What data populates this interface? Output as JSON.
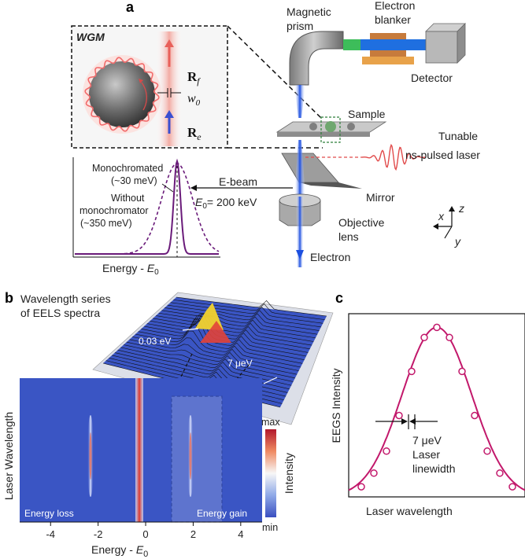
{
  "panel_a": {
    "letter": "a",
    "wgm_label": "WGM",
    "rf_label": "R",
    "rf_sub": "f",
    "w0_label": "w",
    "w0_sub": "0",
    "re_label": "R",
    "re_sub": "e",
    "magnetic_prism": [
      "Magnetic",
      "prism"
    ],
    "electron_blanker": [
      "Electron",
      "blanker"
    ],
    "detector": "Detector",
    "sample": "Sample",
    "laser": [
      "Tunable",
      "ns-pulsed laser"
    ],
    "mirror": "Mirror",
    "objective_lens": [
      "Objective",
      "lens"
    ],
    "electron": "Electron",
    "ebeam": "E-beam",
    "ebeam_energy": "= 200 keV",
    "e0_symbol": "E",
    "e0_sub": "0",
    "axis_x": "x",
    "axis_y": "y",
    "axis_z": "z",
    "spectrum": {
      "monochromated": [
        "Monochromated",
        "(~30 meV)"
      ],
      "without": [
        "Without",
        "monochromator",
        "(~350 meV)"
      ],
      "xlabel": "Energy - ",
      "xlabel_sym": "E",
      "xlabel_sub": "0"
    }
  },
  "panel_b": {
    "letter": "b",
    "title": [
      "Wavelength series",
      "of EELS spectra"
    ],
    "annot_peak": "0.03 eV",
    "annot_step": "7 μeV",
    "ylabel": "Laser Wavelength",
    "xlabel": "Energy - ",
    "xlabel_sym": "E",
    "xlabel_sub": "0",
    "energy_loss": "Energy loss",
    "energy_gain": "Energy gain",
    "colorbar_label": "Intensity",
    "colorbar_max": "max",
    "colorbar_min": "min",
    "colors": {
      "background": "#3a55c4",
      "peak": "#d8342c",
      "max": "#c1272d",
      "min": "#3a4fc0"
    }
  },
  "panel_c": {
    "letter": "c",
    "ylabel": "EEGS Intensity",
    "xlabel": "Laser wavelength",
    "linewidth_value": "7 μeV",
    "linewidth_label": [
      "Laser",
      "linewidth"
    ],
    "curve_color": "#c2186b"
  },
  "chart_data": [
    {
      "type": "heatmap",
      "title": "",
      "xlabel": "Energy - E0",
      "ylabel": "Laser Wavelength",
      "x_ticks": [
        "-4",
        "-2",
        "0",
        "2",
        "4"
      ],
      "xlim": [
        -5.3,
        4.9
      ],
      "features": [
        {
          "name": "zero-loss peak",
          "x": 0
        },
        {
          "name": "energy loss",
          "x": -2.1
        },
        {
          "name": "energy gain",
          "x": 2.1
        }
      ],
      "colorbar": {
        "label": "Intensity",
        "range": [
          "min",
          "max"
        ]
      }
    },
    {
      "type": "scatter",
      "title": "",
      "xlabel": "Laser wavelength",
      "ylabel": "EEGS Intensity",
      "x": [
        -6,
        -5,
        -4,
        -3,
        -2,
        -1,
        0,
        1,
        2,
        3,
        4,
        5,
        6
      ],
      "y": [
        0.06,
        0.14,
        0.27,
        0.48,
        0.74,
        0.94,
        1.0,
        0.94,
        0.74,
        0.48,
        0.27,
        0.14,
        0.06
      ],
      "fit": "gaussian",
      "annotation": "7 μeV Laser linewidth"
    }
  ]
}
